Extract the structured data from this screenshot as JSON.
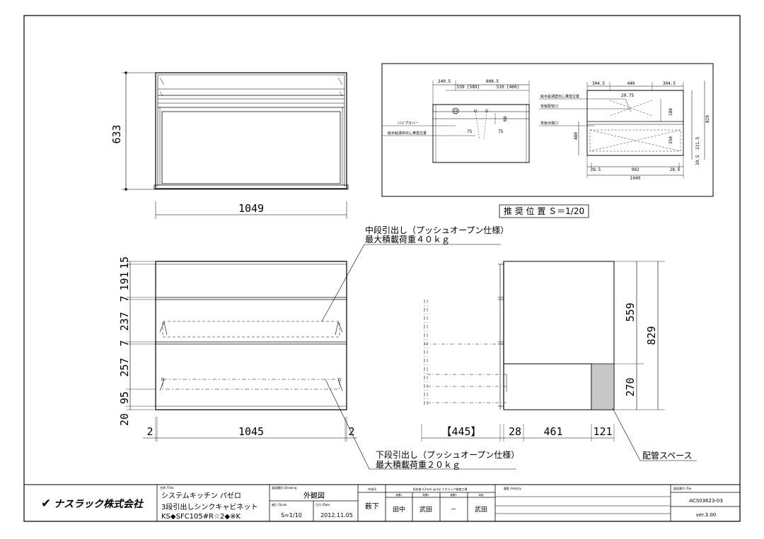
{
  "front_view": {
    "width_label": "1049",
    "height_label": "633"
  },
  "drawers_view": {
    "height_dims": [
      "15",
      "191",
      "7",
      "237",
      "7",
      "257",
      "95",
      "20"
    ],
    "width_dims": [
      "2",
      "1045",
      "2"
    ],
    "note_middle_line1": "中段引出し（プッシュオープン仕様）",
    "note_middle_line2": "最大積載荷重４０ｋｇ",
    "note_bottom_line1": "下段引出し（プッシュオープン仕様）",
    "note_bottom_line2": "最大積載荷重２０ｋｇ"
  },
  "side_view": {
    "bottom_dims": [
      "【445】",
      "28",
      "461",
      "121"
    ],
    "right_dims": [
      "559",
      "829",
      "270"
    ],
    "pipe_space_label": "配管スペース"
  },
  "inset": {
    "top_dims": [
      "240.5",
      "808.5"
    ],
    "sub_dims": [
      "539 [589]",
      "510 [460]"
    ],
    "right_top_dims": [
      "304.5",
      "440",
      "304.5"
    ],
    "bottom_dims": [
      "28.5",
      "992",
      "28.5"
    ],
    "bottom_total": "1049",
    "label_pipe_cover": "パイプカバー",
    "label_drain_left": "給水給湯床出し推奨位置",
    "label_drain_right": "給水給湯壁出し推奨位置",
    "label_top_hole": "背板配管口",
    "label_back_hole": "背板点検口",
    "inner_dims": [
      "75",
      "75",
      "60",
      "20.75",
      "180",
      "480",
      "350",
      "231.5",
      "39.5",
      "829"
    ],
    "scale_label": "推 奨 位 置 Ｓ＝1/20"
  },
  "title_block": {
    "company": "ナスラック株式会社",
    "name_caption": "名称 /Title",
    "product_line1": "システムキッチン パゼロ",
    "product_line2": "3段引出しシンクキャビネット",
    "product_line3": "KS◆SFC105#R☆2◆※K",
    "drawing_type_caption": "図面種別 /Drawing",
    "drawing_type": "外観図",
    "scale_caption": "縮尺 /Scale",
    "scale": "S=1/10",
    "date_caption": "日付 /Date",
    "date": "2012.11.05",
    "author_caption": "作成印",
    "author": "薮下",
    "check_caption": "照合者 /Check up by ナスラック検査工場",
    "checker1_caption": "検閲1",
    "checker2_caption": "検閲2",
    "checker3_caption": "検閲3",
    "approver_caption": "承認",
    "checker1": "田中",
    "checker2": "武田",
    "checker3": "－",
    "approver": "武田",
    "history_caption": "履歴 /History",
    "file_caption": "図面番号 /File",
    "file_no": "ACS03623-03",
    "version": "ver.3.00"
  }
}
